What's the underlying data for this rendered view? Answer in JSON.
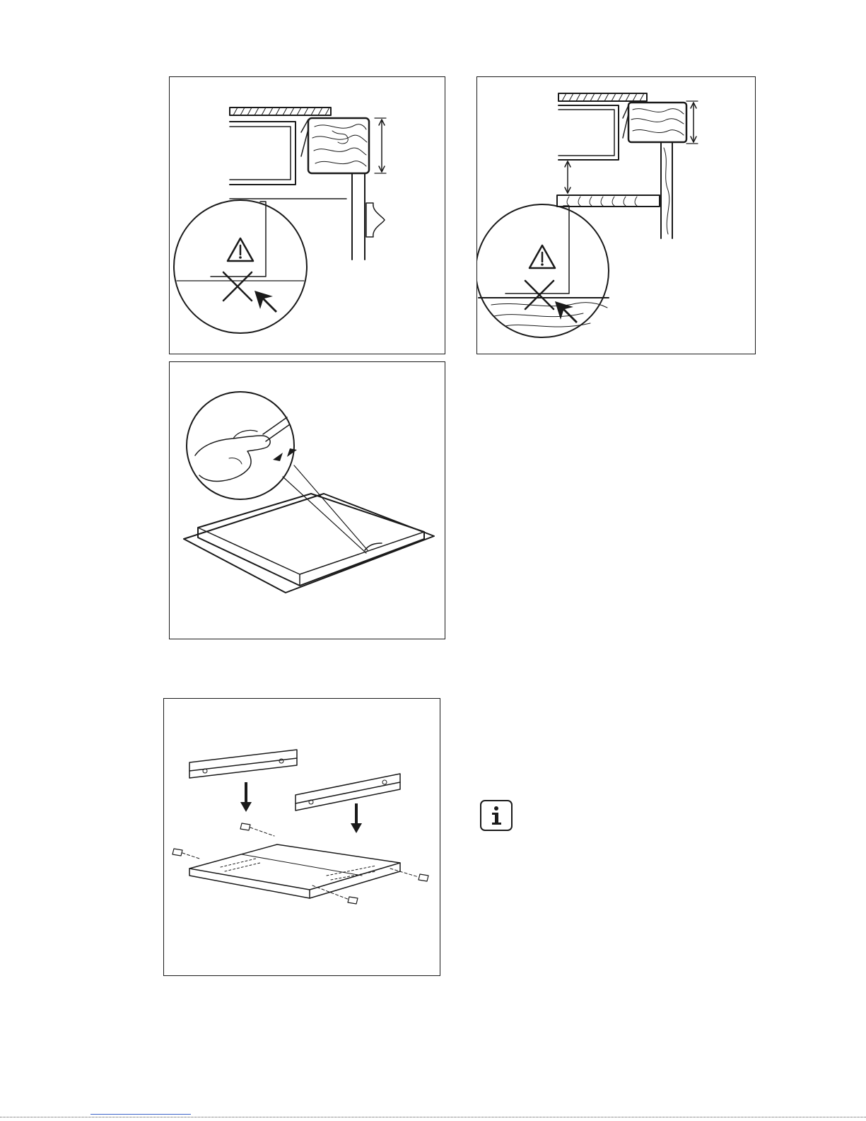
{
  "figures": [
    {
      "id": "fig1",
      "icons": [
        "warning-icon",
        "cross-icon",
        "arrow-icon"
      ]
    },
    {
      "id": "fig2",
      "icons": [
        "warning-icon",
        "cross-icon",
        "arrow-icon"
      ]
    },
    {
      "id": "fig3",
      "icons": [
        "hand-icon",
        "press-arrows-icon"
      ]
    },
    {
      "id": "fig4",
      "icons": [
        "down-arrow-icon",
        "screw-icon"
      ]
    }
  ],
  "info": {
    "icon": "info-icon",
    "glyph": "i"
  },
  "colors": {
    "ink": "#1a1a1a",
    "paper": "#ffffff",
    "link": "#3b63c8"
  }
}
